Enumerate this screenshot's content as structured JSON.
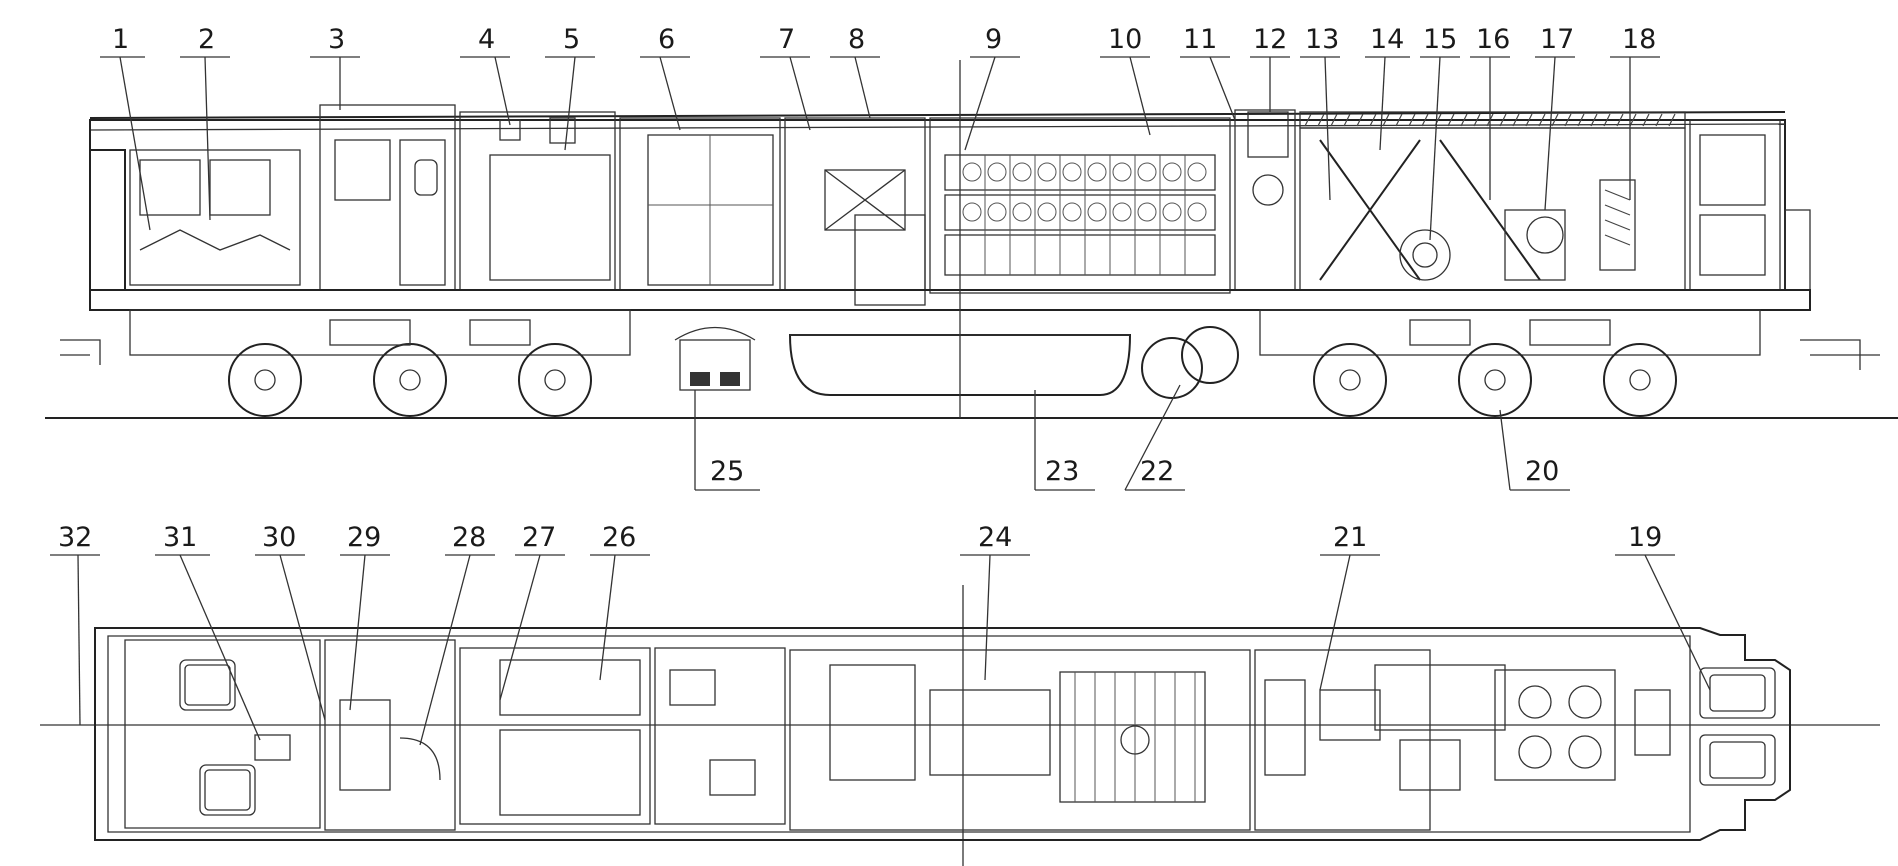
{
  "diagram": {
    "callouts_side_top": [
      "1",
      "2",
      "3",
      "4",
      "5",
      "6",
      "7",
      "8",
      "9",
      "10",
      "11",
      "12",
      "13",
      "14",
      "15",
      "16",
      "17",
      "18"
    ],
    "callouts_side_bottom": [
      "25",
      "23",
      "22",
      "20"
    ],
    "callouts_plan_top": [
      "32",
      "31",
      "30",
      "29",
      "28",
      "27",
      "26",
      "24",
      "21",
      "19"
    ]
  }
}
